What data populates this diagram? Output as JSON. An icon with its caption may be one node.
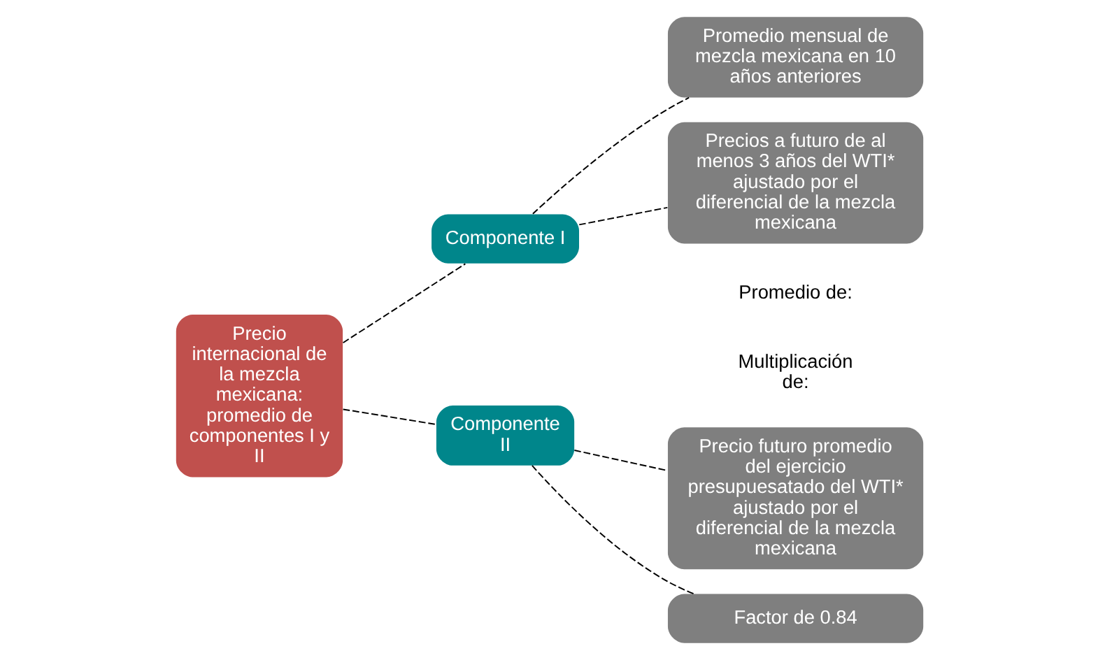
{
  "diagram": {
    "nodes": [
      {
        "text": [
          "Precio internacional de la mezcla mexicana: promedio de componentes I y II"
        ]
      },
      {
        "text": [
          "Componente I"
        ]
      },
      {
        "text": [
          "Componente II"
        ]
      },
      {
        "text": [
          "Promedio mensual de mezcla mexicana en 10 años anteriores"
        ]
      },
      {
        "text": [
          "Precios a futuro de al menos 3 años del WTI* ajustado por el diferencial de la mezcla mexicana"
        ]
      },
      {
        "text": [
          "Precio futuro promedio del ejercicio presupuesatado del WTI* ajustado por el diferencial de la mezcla mexicana"
        ]
      },
      {
        "text": [
          "Factor de 0.84"
        ]
      }
    ],
    "edges": [
      {
        "from": 0,
        "to": 1,
        "arrow": "none",
        "style": "dashed"
      },
      {
        "from": 0,
        "to": 2,
        "arrow": "none",
        "style": "dashed"
      },
      {
        "from": 1,
        "to": 3,
        "arrow": "none",
        "style": "dashed"
      },
      {
        "from": 1,
        "to": 4,
        "arrow": "none",
        "style": "dashed"
      },
      {
        "from": 2,
        "to": 5,
        "arrow": "none",
        "style": "dashed"
      },
      {
        "from": 2,
        "to": 6,
        "arrow": "none",
        "style": "dashed"
      }
    ],
    "labels": [
      "Promedio de:",
      "Multiplicación de:"
    ]
  }
}
